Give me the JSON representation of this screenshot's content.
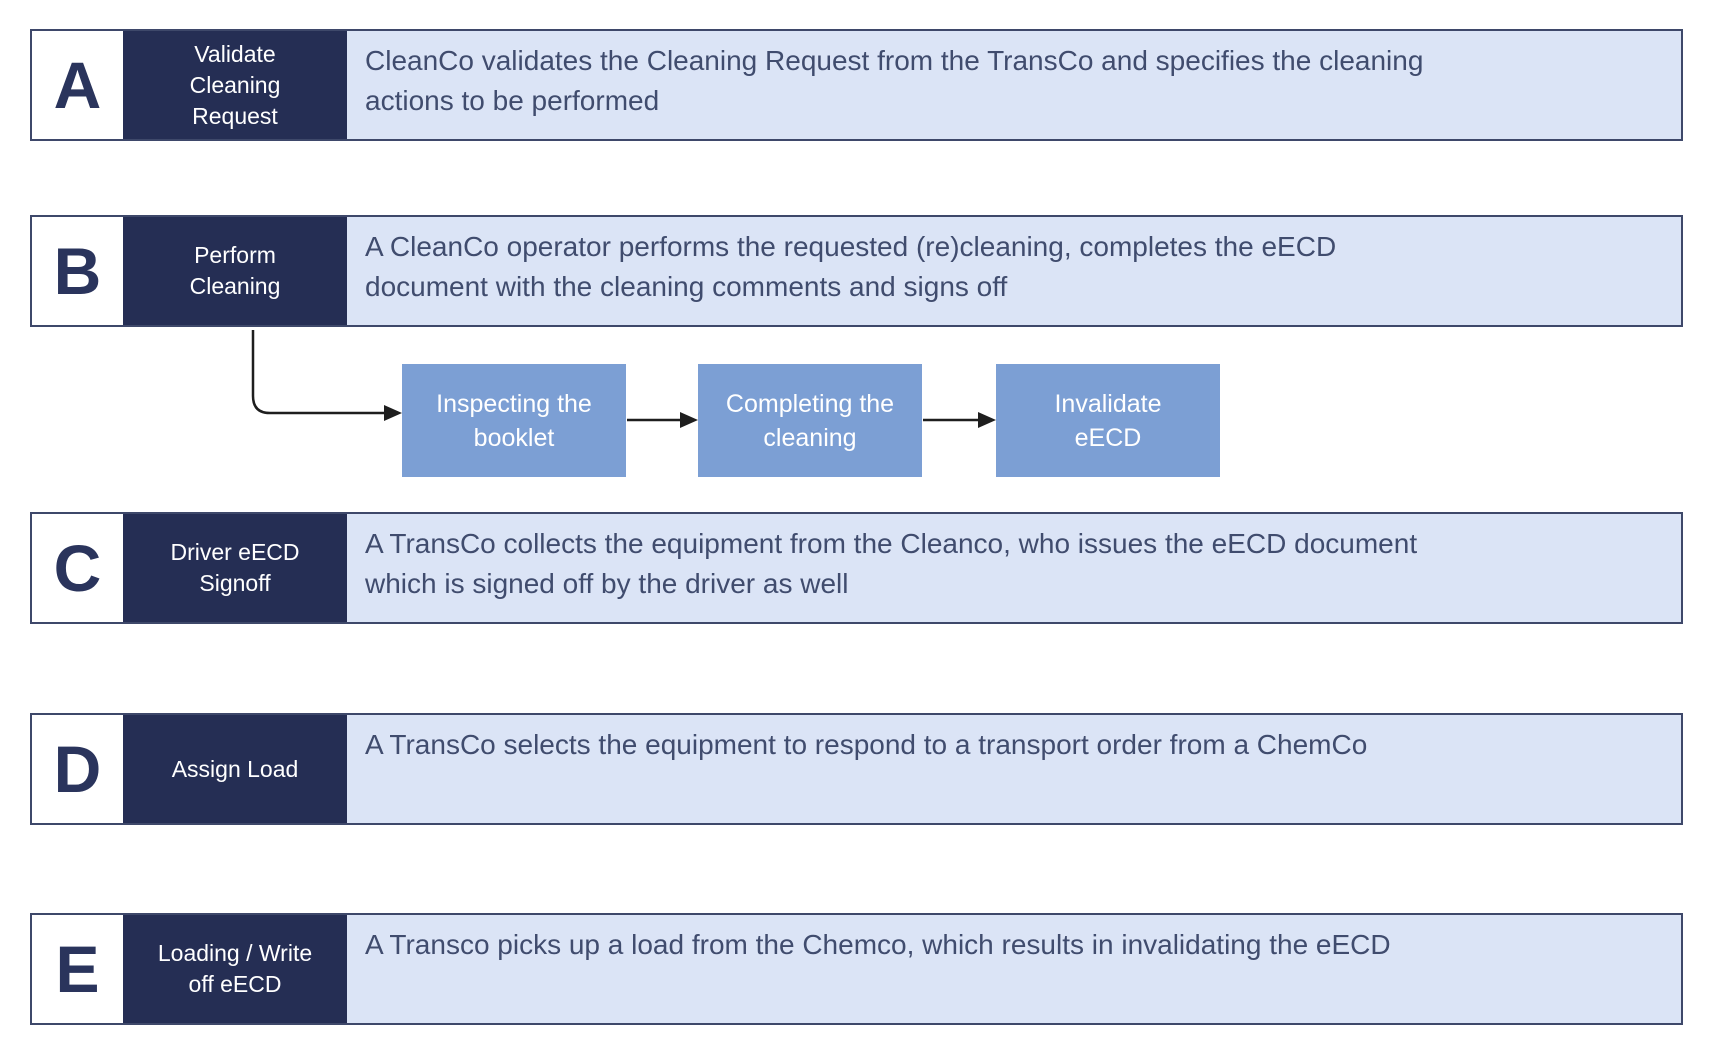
{
  "colors": {
    "dark_navy": "#252E54",
    "light_blue": "#DBE4F6",
    "medium_blue": "#7C9FD4",
    "row_border": "#3E486A",
    "desc_text": "#404C6E",
    "letter_text": "#2A345C",
    "arrow": "#1E1E1E",
    "white_text": "#FFFFFF"
  },
  "steps": [
    {
      "letter": "A",
      "title": "Validate\nCleaning\nRequest",
      "description": "CleanCo validates the Cleaning Request from the TransCo and specifies the cleaning\nactions to be performed"
    },
    {
      "letter": "B",
      "title": "Perform\nCleaning",
      "description": "A CleanCo operator performs the requested (re)cleaning, completes the eECD\ndocument with the cleaning comments and signs off"
    },
    {
      "letter": "C",
      "title": "Driver eECD\nSignoff",
      "description": "A TransCo collects the equipment from the Cleanco, who issues the eECD document\nwhich is signed off by the driver as well"
    },
    {
      "letter": "D",
      "title": "Assign Load",
      "description": "A TransCo selects the equipment to respond to a transport order from a ChemCo"
    },
    {
      "letter": "E",
      "title": "Loading / Write\noff eECD",
      "description": "A Transco picks up a load from the Chemco, which results in invalidating the eECD"
    }
  ],
  "subflow": {
    "parent_step": "B",
    "nodes": [
      {
        "label": "Inspecting the\nbooklet"
      },
      {
        "label": "Completing the\ncleaning"
      },
      {
        "label": "Invalidate\neECD"
      }
    ]
  }
}
